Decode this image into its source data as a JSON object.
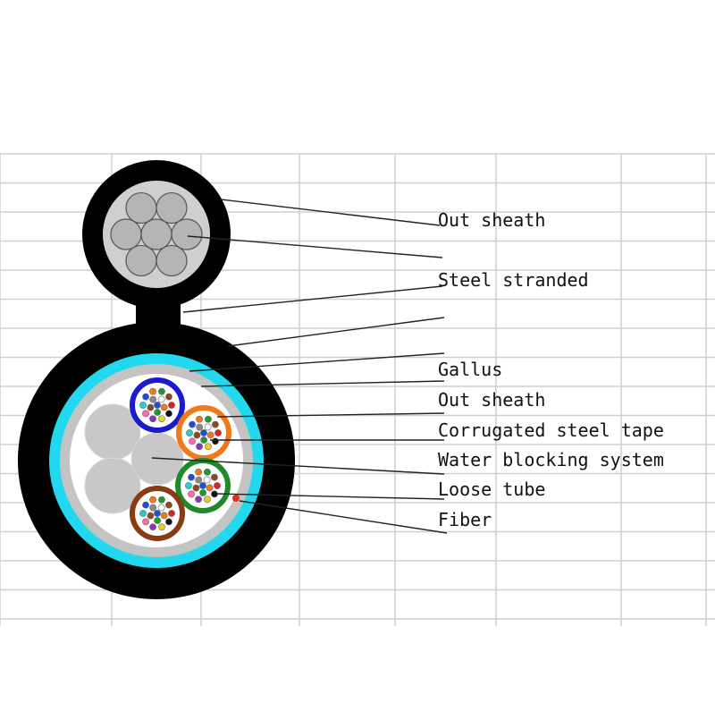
{
  "diagram": {
    "labels": [
      {
        "id": "out-sheath-top",
        "text": "Out sheath"
      },
      {
        "id": "steel-stranded",
        "text": "Steel stranded"
      },
      {
        "id": "gallus",
        "text": "Gallus"
      },
      {
        "id": "out-sheath",
        "text": "Out sheath"
      },
      {
        "id": "corrugated-steel-tape",
        "text": "Corrugated steel tape"
      },
      {
        "id": "water-blocking-system",
        "text": "Water blocking system"
      },
      {
        "id": "loose-tube",
        "text": "Loose tube"
      },
      {
        "id": "fiber",
        "text": "Fiber"
      }
    ],
    "colors": {
      "sheath": "#000000",
      "steel_wire": "#b5b5b5",
      "messenger_fill": "#cfcfcf",
      "water_blocking": "#22d8ee",
      "inner_layer": "#c4c4c4",
      "core_fill": "#ffffff",
      "filler": "#c8c8c8",
      "tube_blue": "#1a1ad0",
      "tube_orange": "#f07a1a",
      "tube_green": "#1e8a28",
      "tube_brown": "#8a3b14",
      "ripcord": "#e03020"
    },
    "fiber_colors": [
      "#1a4fd6",
      "#f07a1a",
      "#1e9a28",
      "#8a4a20",
      "#8a8a8a",
      "#ffffff",
      "#e02020",
      "#111111",
      "#e8d020",
      "#9030c0",
      "#ff69b4",
      "#20d0d0"
    ],
    "icons": [
      "cable-cross-section"
    ]
  }
}
